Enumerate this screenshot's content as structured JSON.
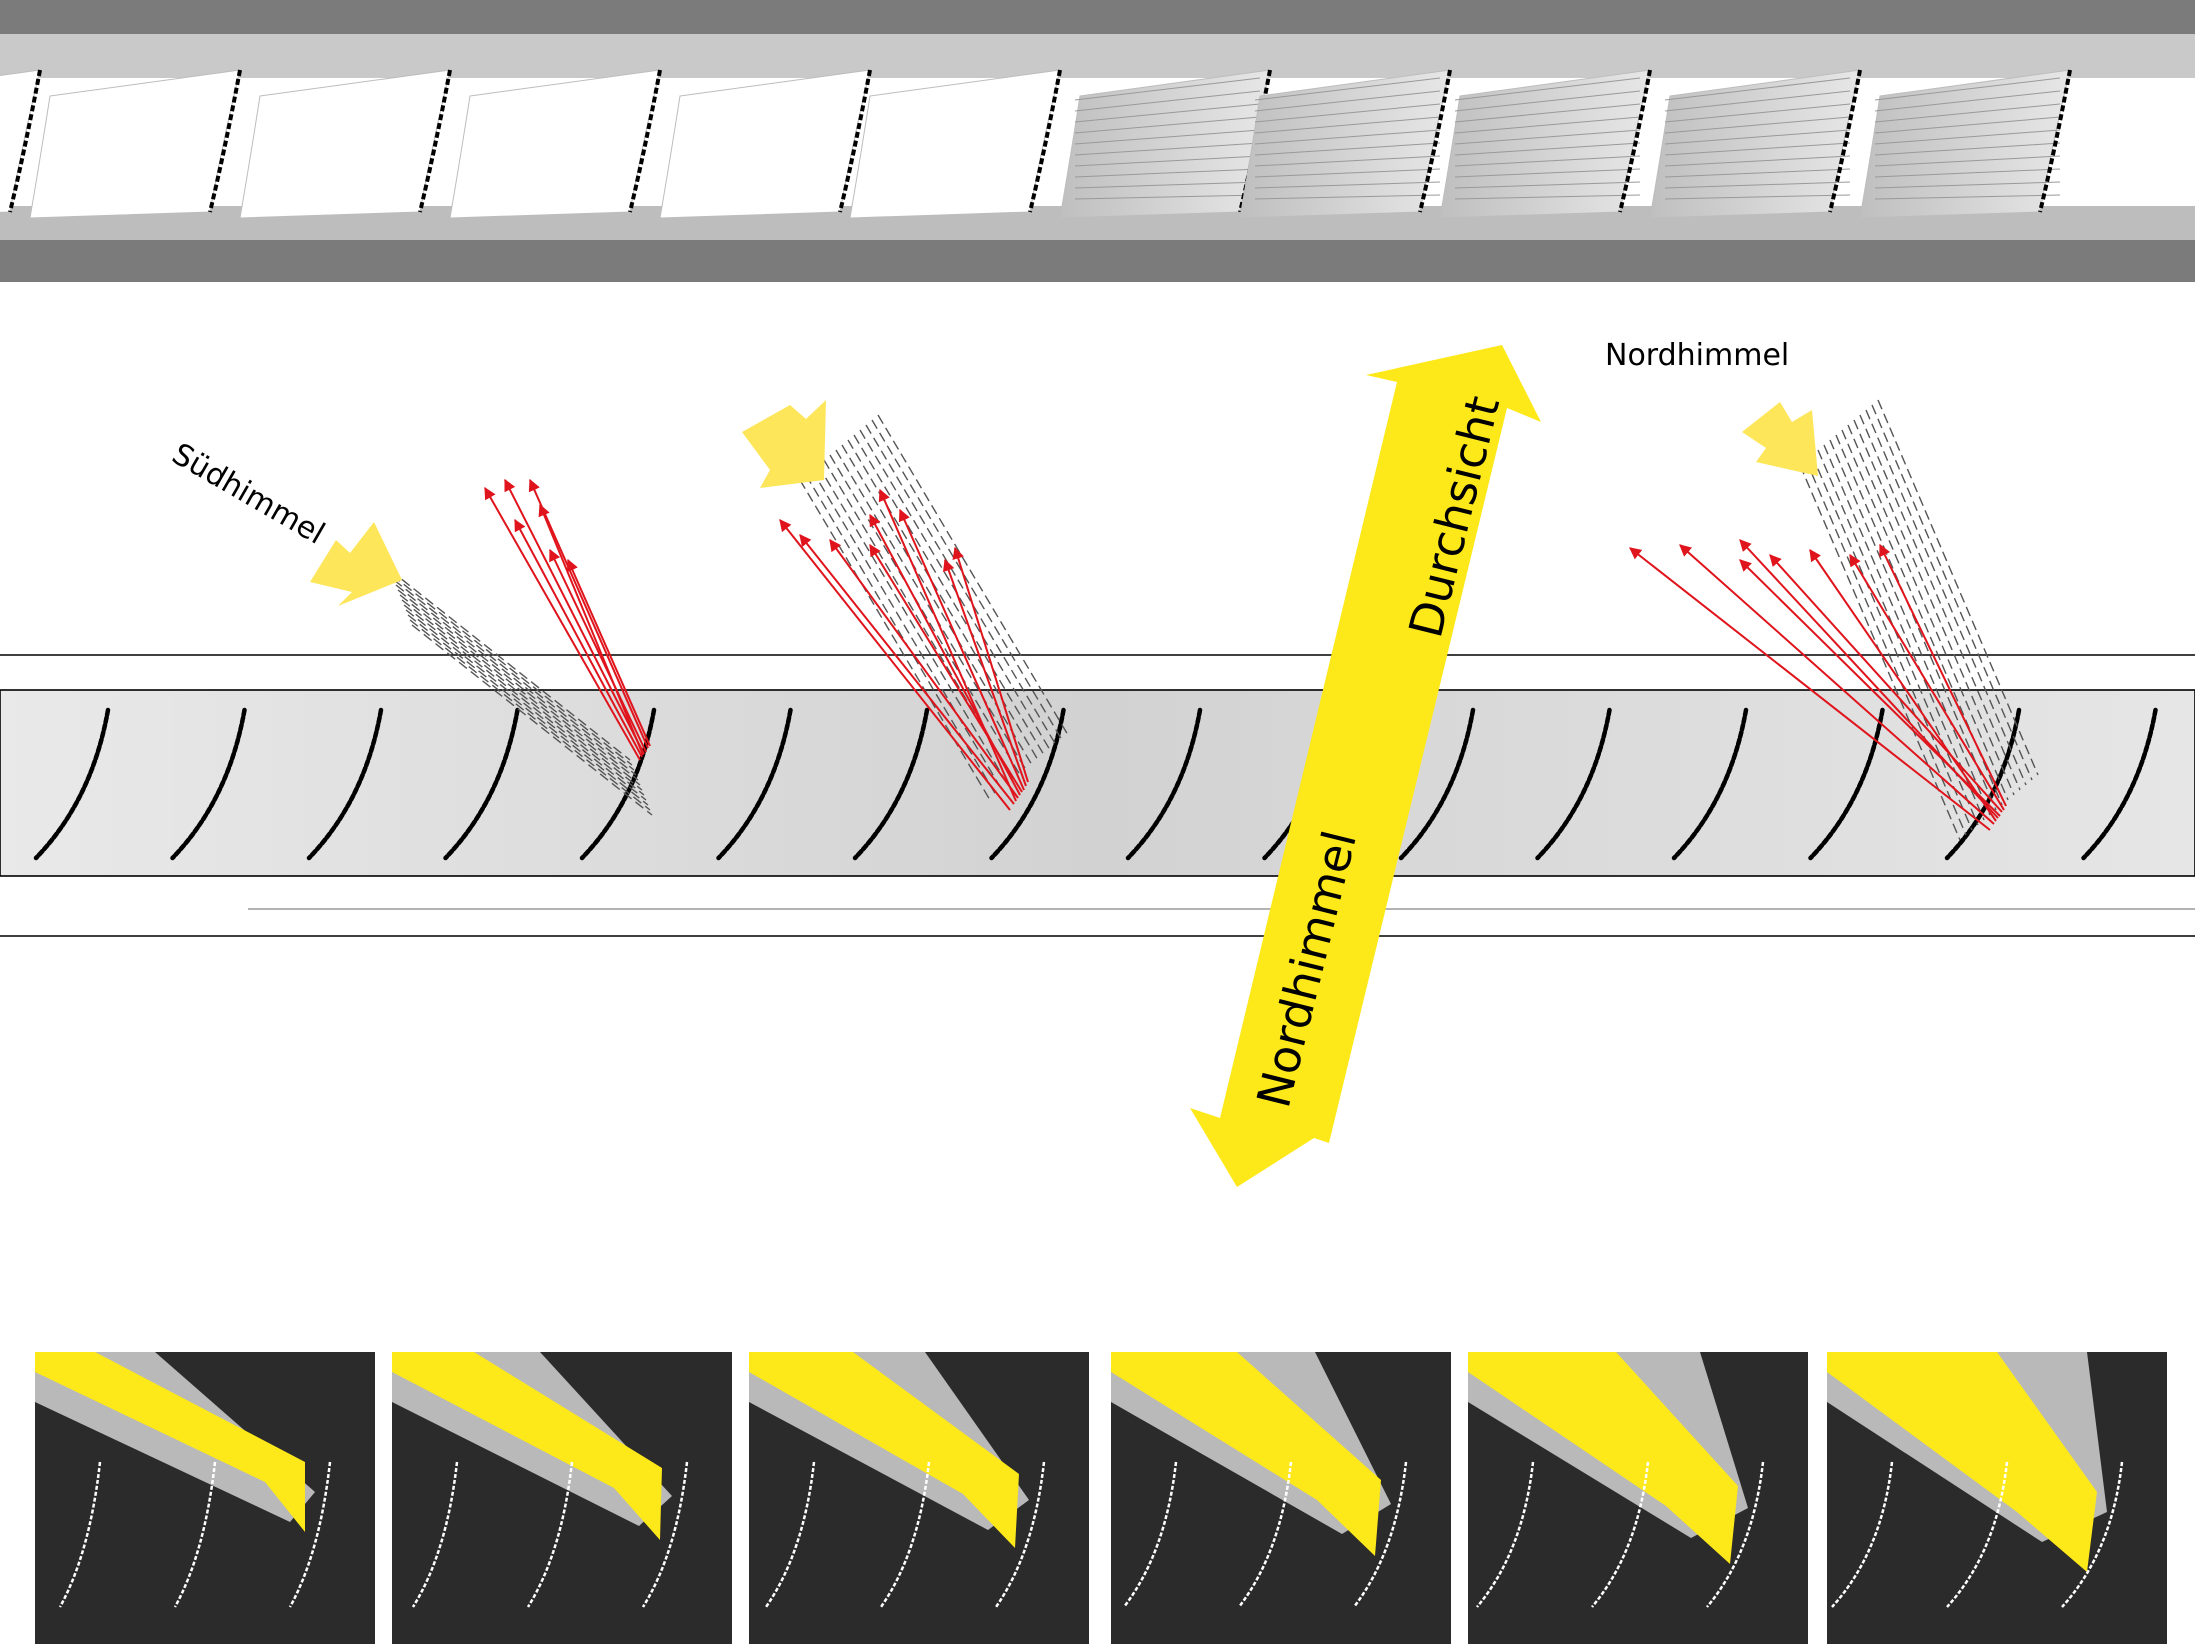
{
  "labels": {
    "sky_south": "Südhimmel",
    "sky_north": "Nordhimmel",
    "arrow_upper": "Durchsicht",
    "arrow_lower": "Nordhimmel"
  },
  "colors": {
    "yellow_arrow": "#fde81a",
    "sun_arrow": "#fde65a",
    "ray_red": "#e0141c",
    "panel_bg": "#2b2b2b",
    "frame_dark": "#7a7a7a",
    "glass_band": "#d8d8d8",
    "slat": "#000000"
  },
  "icons": {
    "sun_arrow": "arrow-icon",
    "double_arrow": "double-arrow-icon"
  },
  "small_panels_count": 6
}
